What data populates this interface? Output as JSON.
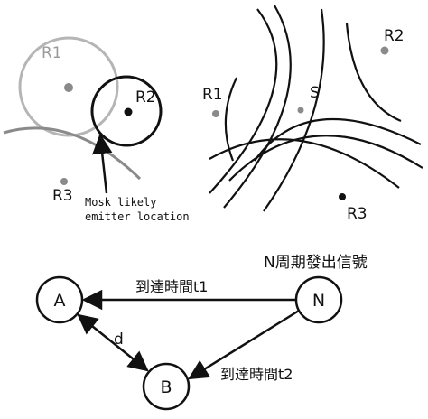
{
  "left_panel": {
    "r1_label": "R1",
    "r2_label": "R2",
    "r3_label": "R3",
    "annotation_line1": "Mosk likely",
    "annotation_line2": "emitter location"
  },
  "right_panel": {
    "r1_label": "R1",
    "r2_label": "R2",
    "r3_label": "R3",
    "s_label": "S"
  },
  "bottom": {
    "node_a": "A",
    "node_b": "B",
    "node_n": "N",
    "distance_label": "d",
    "caption": "N周期發出信號",
    "arrow_t1": "到達時間t1",
    "arrow_t2": "到達時間t2"
  },
  "colors": {
    "ink": "#111111",
    "gray": "#8a8a8a",
    "light_gray": "#b5b5b5"
  }
}
